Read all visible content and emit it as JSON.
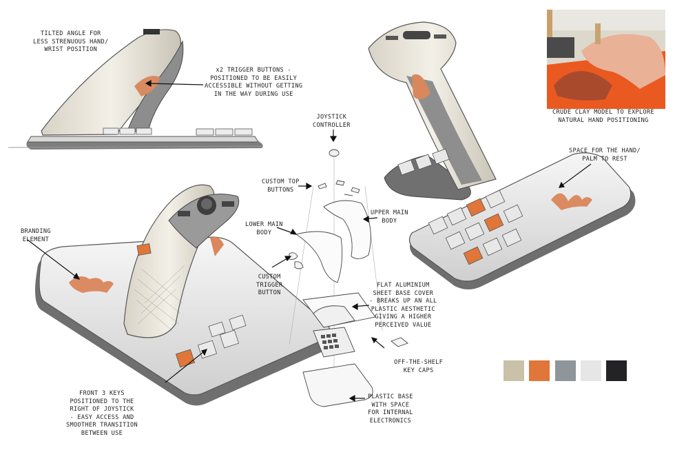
{
  "annotations": {
    "tilted": [
      "TILTED ANGLE FOR",
      "LESS STRENUOUS HAND/",
      "WRIST POSITION"
    ],
    "triggers": [
      "x2 TRIGGER BUTTONS -",
      "POSITIONED TO BE EASILY",
      "ACCESSIBLE WITHOUT GETTING",
      "IN THE WAY DURING USE"
    ],
    "joystick_controller": [
      "JOYSTICK",
      "CONTROLLER"
    ],
    "custom_top_buttons": [
      "CUSTOM TOP",
      "BUTTONS"
    ],
    "upper_main_body": [
      "UPPER MAIN",
      "BODY"
    ],
    "lower_main_body": [
      "LOWER MAIN",
      "BODY"
    ],
    "custom_trigger_button": [
      "CUSTOM",
      "TRIGGER",
      "BUTTON"
    ],
    "flat_aluminium": [
      "FLAT ALUMINIUM",
      "SHEET BASE COVER",
      "- BREAKS UP AN ALL",
      "PLASTIC AESTHETIC",
      "GIVING A HIGHER",
      "PERCEIVED VALUE"
    ],
    "off_the_shelf": [
      "OFF-THE-SHELF",
      "KEY CAPS"
    ],
    "plastic_base": [
      "PLASTIC BASE",
      "WITH SPACE",
      "FOR INTERNAL",
      "ELECTRONICS"
    ],
    "branding": [
      "BRANDING",
      "ELEMENT"
    ],
    "front_keys": [
      "FRONT 3 KEYS",
      "POSITIONED TO THE",
      "RIGHT OF JOYSTICK",
      "- EASY ACCESS AND",
      "SMOOTHER TRANSITION",
      "BETWEEN USE"
    ],
    "space_hand": [
      "SPACE FOR THE HAND/",
      "PALM TO REST"
    ],
    "clay_model": [
      "CRUDE CLAY MODEL TO  EXPLORE",
      "NATURAL HAND POSITIONING"
    ]
  },
  "palette": [
    "#c9c1a8",
    "#e0763a",
    "#8e959b",
    "#e6e6e6",
    "#232326"
  ],
  "colors": {
    "accent": "#e0763a",
    "shell": "#ece8dd",
    "grey": "#8f8f8f",
    "dark": "#3a3a3a"
  }
}
